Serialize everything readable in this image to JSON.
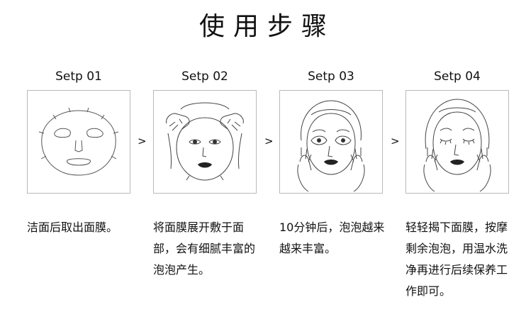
{
  "title": "使用步骤",
  "steps": [
    {
      "label": "Setp 01",
      "description": "洁面后取出面膜。"
    },
    {
      "label": "Setp 02",
      "description": "将面膜展开敷于面部，会有细腻丰富的泡泡产生。"
    },
    {
      "label": "Setp 03",
      "description": "10分钟后，泡泡越来越来丰富。"
    },
    {
      "label": "Setp 04",
      "description": "轻轻揭下面膜，按摩剩余泡泡，用温水洗净再进行后续保养工作即可。"
    }
  ],
  "arrows": [
    ">",
    ">",
    ">"
  ],
  "colors": {
    "line": "#444444",
    "panel_border": "#b9b9b9",
    "text": "#111111"
  }
}
